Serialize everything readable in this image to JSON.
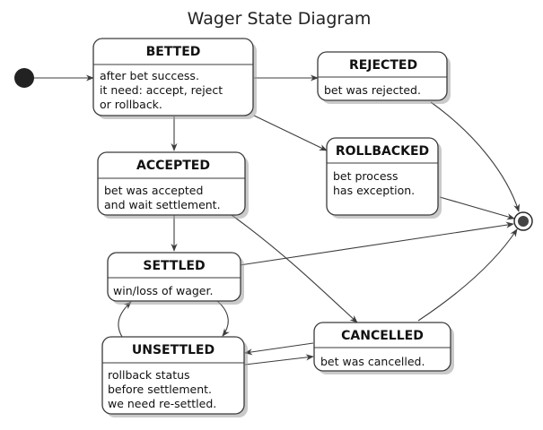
{
  "title": "Wager State Diagram",
  "states": {
    "betted": {
      "name": "BETTED",
      "desc": [
        "after bet success.",
        "it need: accept, reject",
        "or rollback."
      ]
    },
    "rejected": {
      "name": "REJECTED",
      "desc": [
        "bet was rejected."
      ]
    },
    "rollbacked": {
      "name": "ROLLBACKED",
      "desc": [
        "bet process",
        "has exception."
      ]
    },
    "accepted": {
      "name": "ACCEPTED",
      "desc": [
        "bet was accepted",
        "and wait settlement."
      ]
    },
    "settled": {
      "name": "SETTLED",
      "desc": [
        "win/loss of wager."
      ]
    },
    "unsettled": {
      "name": "UNSETTLED",
      "desc": [
        "rollback status",
        "before settlement.",
        "we need re-settled."
      ]
    },
    "cancelled": {
      "name": "CANCELLED",
      "desc": [
        "bet was cancelled."
      ]
    }
  },
  "transitions": [
    [
      "start",
      "betted"
    ],
    [
      "betted",
      "rejected"
    ],
    [
      "betted",
      "rollbacked"
    ],
    [
      "betted",
      "accepted"
    ],
    [
      "rejected",
      "end"
    ],
    [
      "rollbacked",
      "end"
    ],
    [
      "accepted",
      "settled"
    ],
    [
      "accepted",
      "cancelled"
    ],
    [
      "settled",
      "end"
    ],
    [
      "settled",
      "unsettled"
    ],
    [
      "unsettled",
      "settled"
    ],
    [
      "unsettled",
      "cancelled"
    ],
    [
      "cancelled",
      "unsettled"
    ],
    [
      "cancelled",
      "end"
    ]
  ],
  "colors": {
    "line": "#3d3d3d",
    "node_fill": "#ffffff",
    "start": "#222222"
  }
}
